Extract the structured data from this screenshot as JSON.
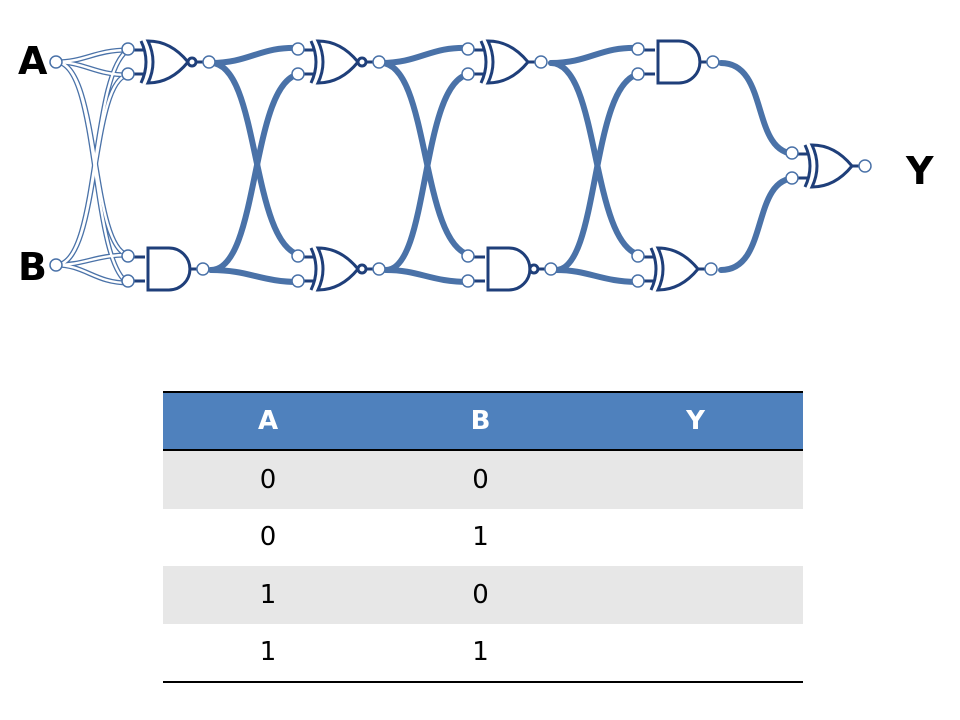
{
  "circuit": {
    "input_a": "A",
    "input_b": "B",
    "output_y": "Y",
    "gates": [
      {
        "stage": 1,
        "row": "top",
        "type": "XNOR"
      },
      {
        "stage": 1,
        "row": "bottom",
        "type": "AND"
      },
      {
        "stage": 2,
        "row": "top",
        "type": "XNOR"
      },
      {
        "stage": 2,
        "row": "bottom",
        "type": "XNOR"
      },
      {
        "stage": 3,
        "row": "top",
        "type": "XOR"
      },
      {
        "stage": 3,
        "row": "bottom",
        "type": "NAND"
      },
      {
        "stage": 4,
        "row": "top",
        "type": "AND"
      },
      {
        "stage": 4,
        "row": "bottom",
        "type": "XOR"
      },
      {
        "stage": 5,
        "row": "output",
        "type": "XOR"
      }
    ],
    "wire_color": "#4a72a8",
    "gate_color": "#1f3f7a"
  },
  "truth_table": {
    "headers": [
      "A",
      "B",
      "Y"
    ],
    "rows": [
      [
        "0",
        "0",
        ""
      ],
      [
        "0",
        "1",
        ""
      ],
      [
        "1",
        "0",
        ""
      ],
      [
        "1",
        "1",
        ""
      ]
    ],
    "header_color": "#4f81bd",
    "stripe_color": "#e7e7e7"
  }
}
